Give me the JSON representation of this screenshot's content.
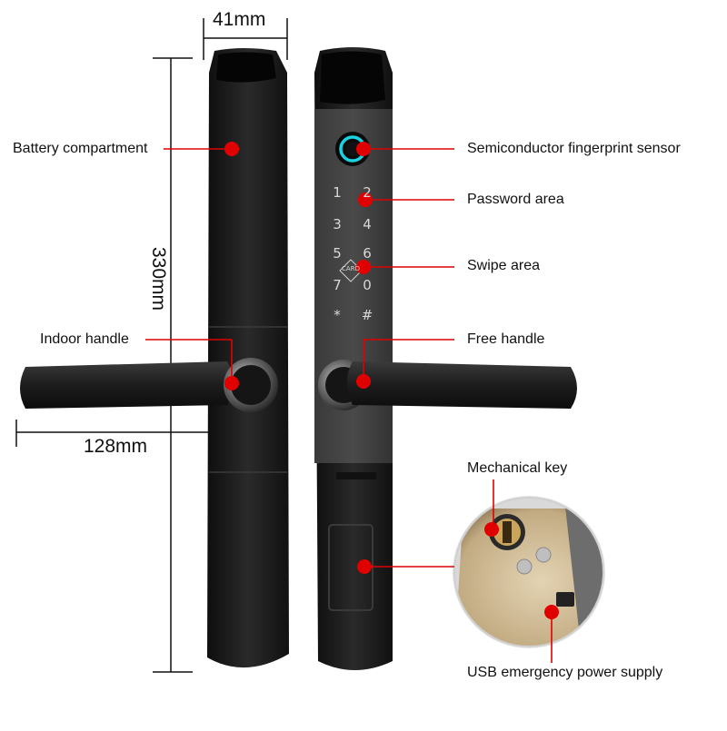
{
  "dimensions": {
    "width": "41mm",
    "height": "330mm",
    "handle_length": "128mm"
  },
  "callouts": {
    "battery": "Battery compartment",
    "fingerprint": "Semiconductor fingerprint sensor",
    "password": "Password area",
    "swipe": "Swipe area",
    "indoor_handle": "Indoor handle",
    "free_handle": "Free handle",
    "mech_key": "Mechanical key",
    "usb": "USB emergency power supply"
  },
  "keypad": {
    "k1": "1",
    "k2": "2",
    "k3": "3",
    "k4": "4",
    "k5": "5",
    "k6": "6",
    "k7": "7",
    "k0": "0",
    "star": "*",
    "hash": "#",
    "card": "CARD"
  },
  "colors": {
    "marker": "#e10000",
    "lock_body": "#1e1e1e",
    "fingerprint_ring": "#19d3e0",
    "detail_gold": "#c9b48f"
  }
}
